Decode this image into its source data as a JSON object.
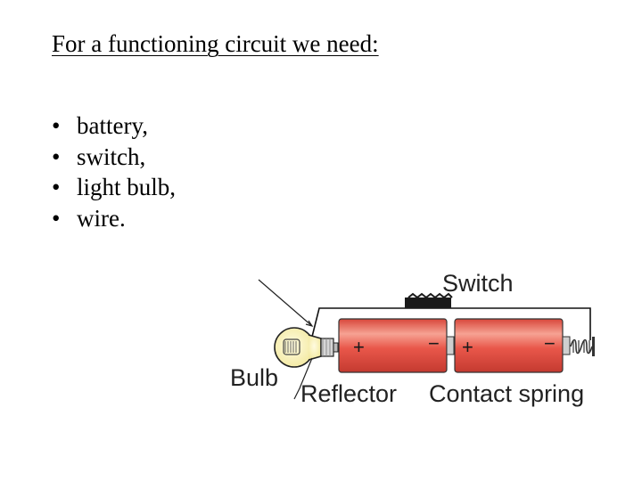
{
  "slide": {
    "heading": "For a functioning circuit we need:",
    "bullet_marker": "•",
    "bullets": [
      "battery,",
      "switch,",
      "light bulb,",
      "wire."
    ]
  },
  "diagram": {
    "labels": {
      "switch": "Switch",
      "bulb": "Bulb",
      "reflector": "Reflector",
      "contact_spring": "Contact spring"
    },
    "cell_1": {
      "plus": "+",
      "minus": "−"
    },
    "cell_2": {
      "plus": "+",
      "minus": "−"
    },
    "colors": {
      "battery_fill": "#e9574a",
      "battery_highlight": "#f6a293",
      "bulb_glass": "#fff6b0",
      "metal": "#c9c9c9"
    }
  }
}
